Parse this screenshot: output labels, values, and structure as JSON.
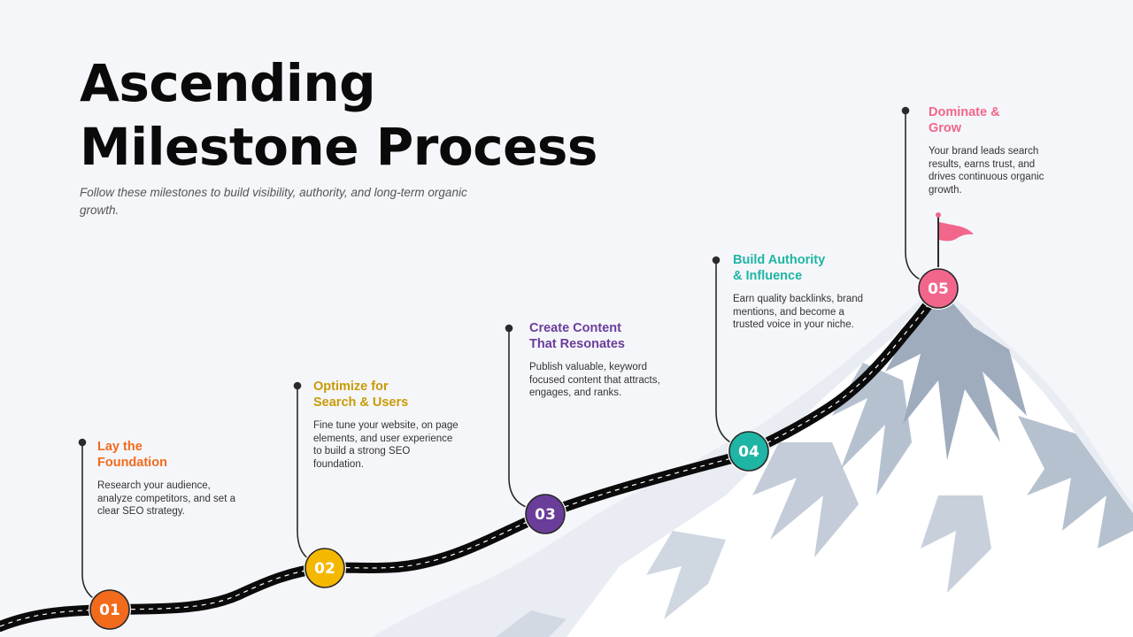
{
  "header": {
    "title_line1": "Ascending",
    "title_line2": "Milestone Process",
    "subtitle": "Follow these milestones to build visibility, authority, and long-term organic growth."
  },
  "steps": [
    {
      "number": "01",
      "title_line1": "Lay the",
      "title_line2": "Foundation",
      "description": "Research your audience, analyze competitors, and set a clear SEO strategy.",
      "color": "#f26b1d"
    },
    {
      "number": "02",
      "title_line1": "Optimize for",
      "title_line2": "Search & Users",
      "description": "Fine tune your website, on page elements, and user experience to build a strong SEO foundation.",
      "color": "#f5b800"
    },
    {
      "number": "03",
      "title_line1": "Create Content",
      "title_line2": "That Resonates",
      "description": "Publish valuable, keyword focused content that attracts, engages, and ranks.",
      "color": "#6a3d9a"
    },
    {
      "number": "04",
      "title_line1": "Build Authority",
      "title_line2": "& Influence",
      "description": "Earn quality backlinks, brand mentions, and become a trusted voice in your niche.",
      "color": "#1fb5a4"
    },
    {
      "number": "05",
      "title_line1": "Dominate &",
      "title_line2": "Grow",
      "description": "Your brand leads search results, earns trust, and drives continuous organic growth.",
      "color": "#f2668b"
    }
  ],
  "colors": {
    "road": "#0b0b0b",
    "road_dash": "#ffffff",
    "connector": "#2a2a2a",
    "mountain_snow": "#ffffff",
    "mountain_shadow": "#8e9db2",
    "flag": "#f2668b"
  },
  "icons": {
    "flag": "flag-icon",
    "mountain": "mountain-illustration"
  }
}
